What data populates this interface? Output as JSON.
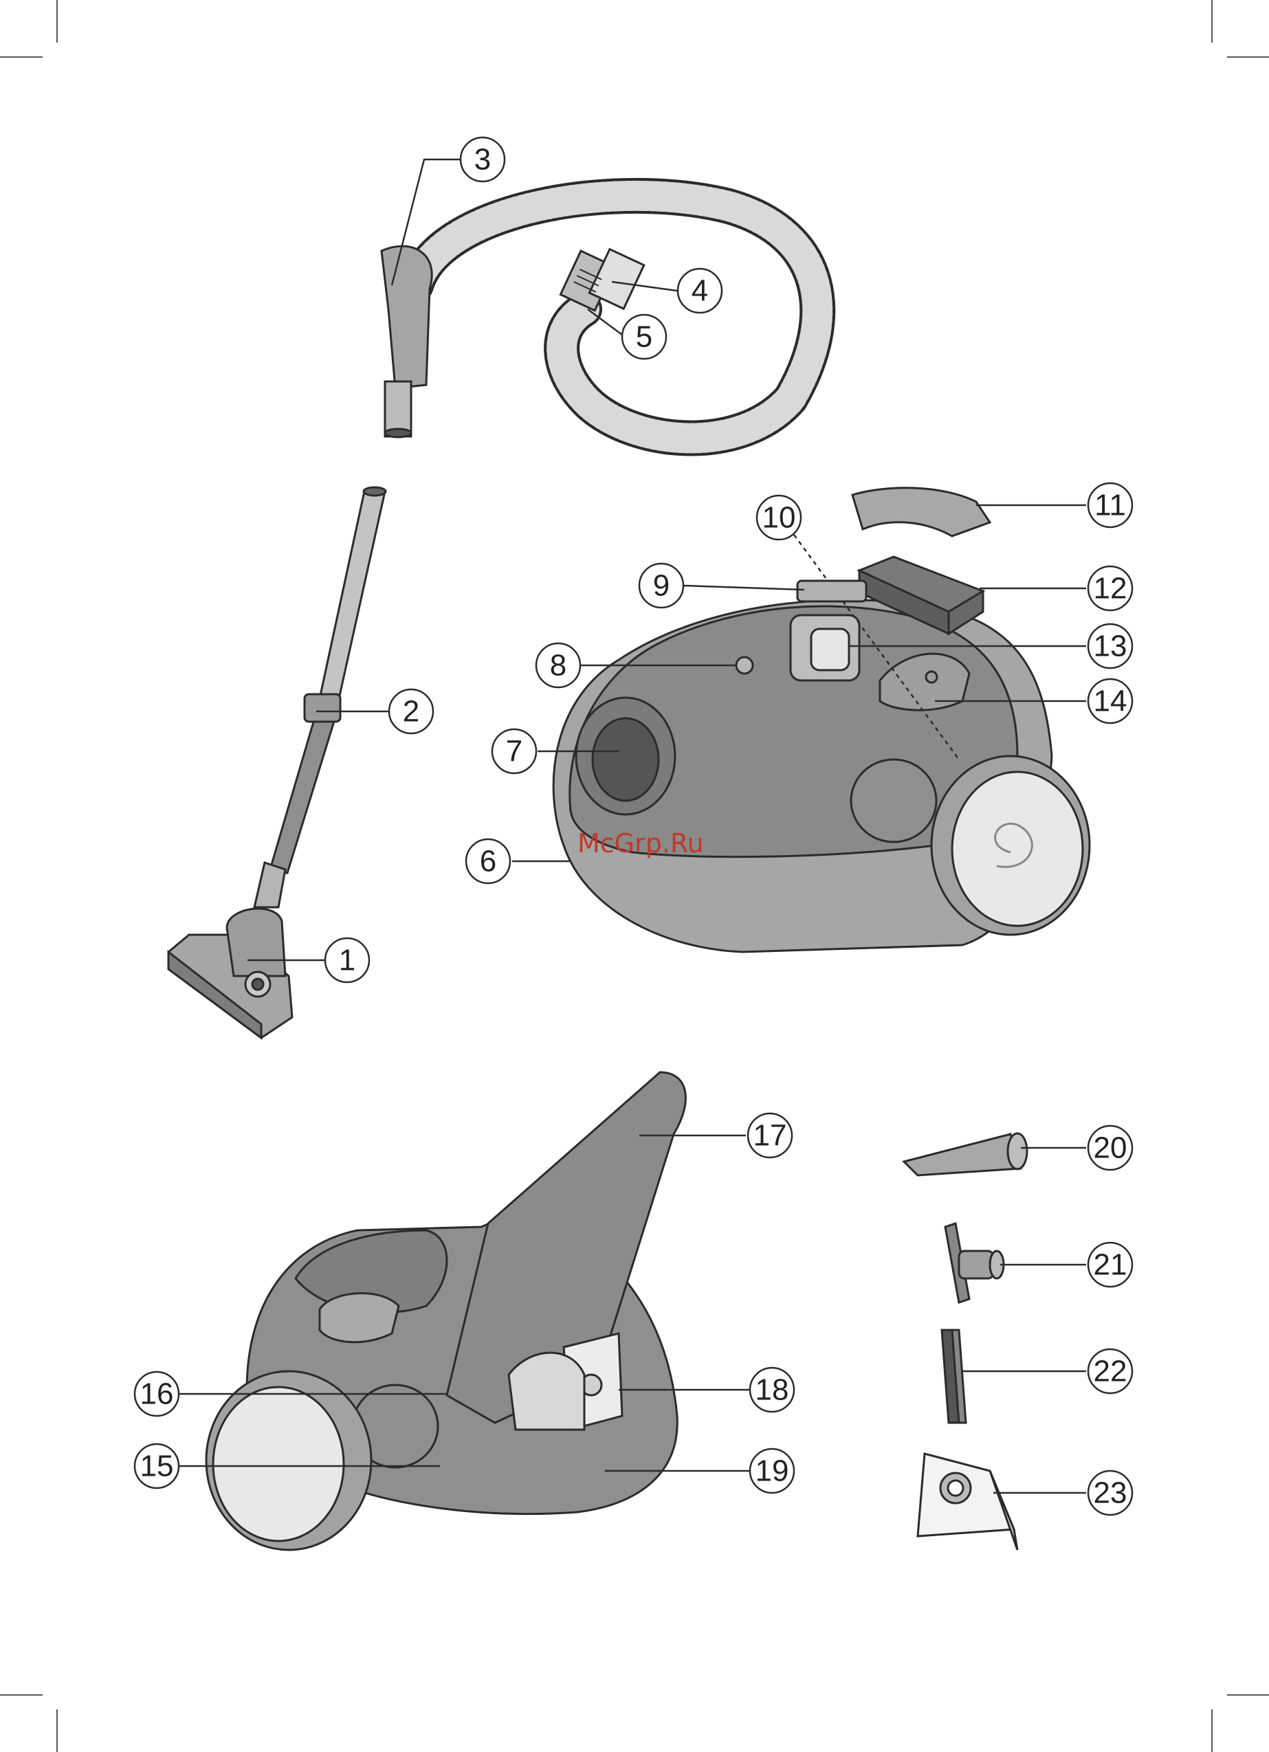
{
  "callouts": [
    {
      "num": "1"
    },
    {
      "num": "2"
    },
    {
      "num": "3"
    },
    {
      "num": "4"
    },
    {
      "num": "5"
    },
    {
      "num": "6"
    },
    {
      "num": "7"
    },
    {
      "num": "8"
    },
    {
      "num": "9"
    },
    {
      "num": "10"
    },
    {
      "num": "11"
    },
    {
      "num": "12"
    },
    {
      "num": "13"
    },
    {
      "num": "14"
    },
    {
      "num": "15"
    },
    {
      "num": "16"
    },
    {
      "num": "17"
    },
    {
      "num": "18"
    },
    {
      "num": "19"
    },
    {
      "num": "20"
    },
    {
      "num": "21"
    },
    {
      "num": "22"
    },
    {
      "num": "23"
    }
  ],
  "watermark": "McGrp.Ru",
  "colors": {
    "body_dark": "#8a8a8a",
    "body_mid": "#a9a9a9",
    "body_light": "#c8c8c8",
    "wheel": "#e6e6e6",
    "outline": "#2b2b2b",
    "watermark": "#c0392b"
  }
}
